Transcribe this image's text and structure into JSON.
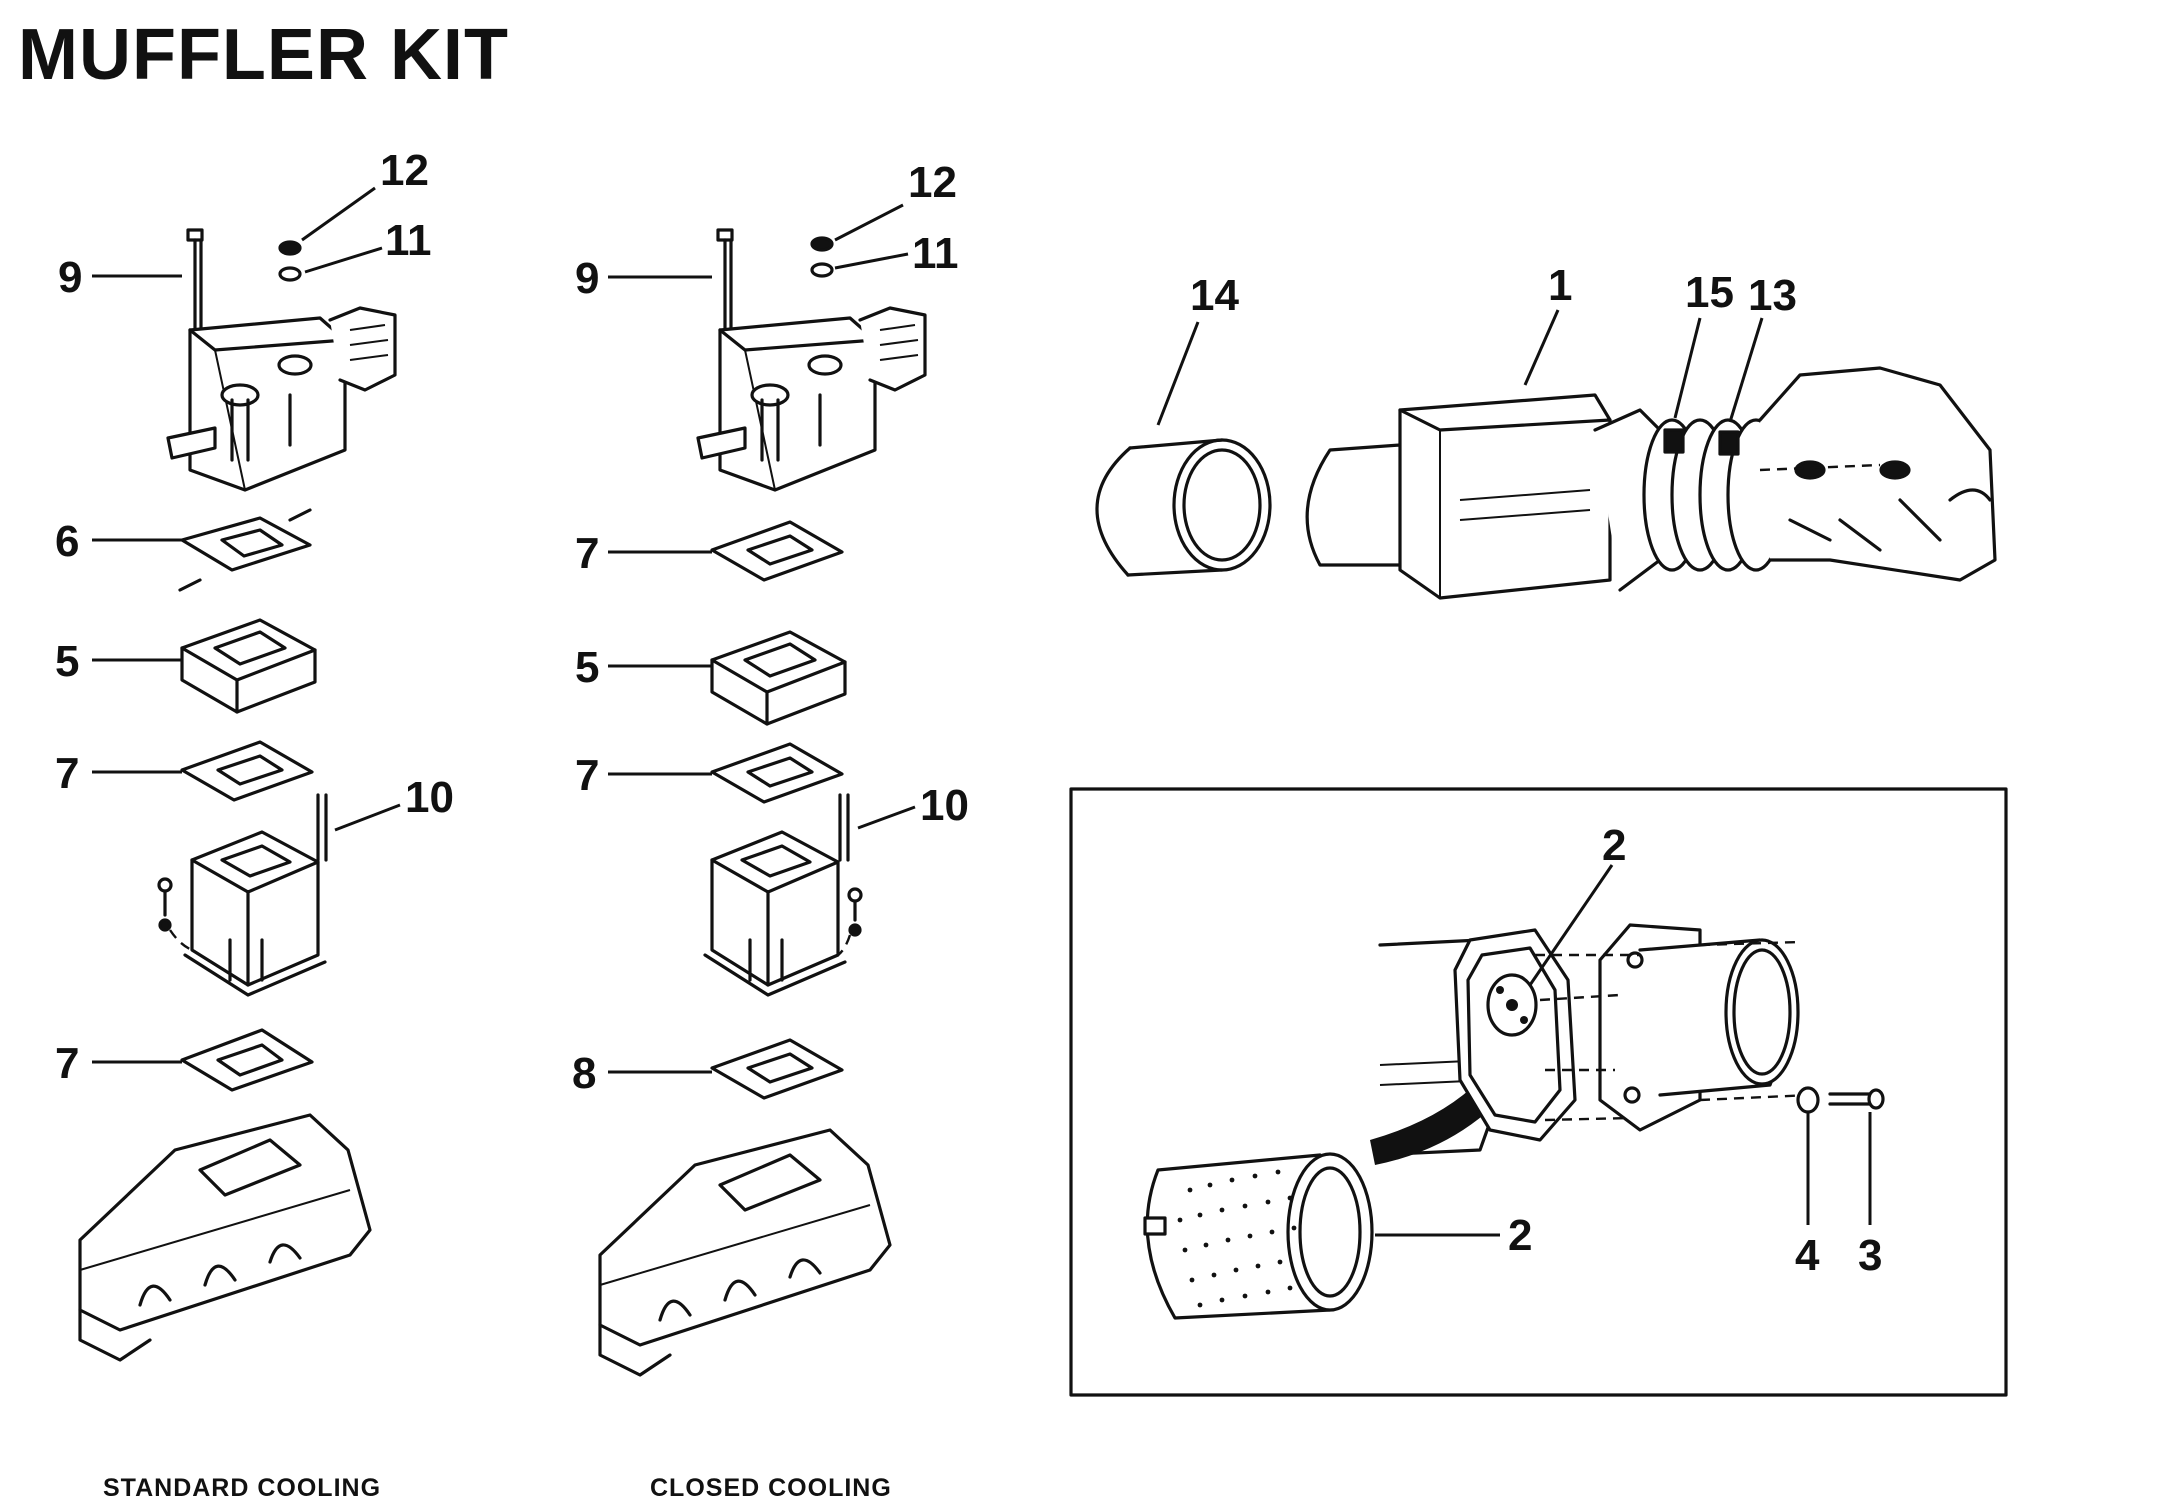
{
  "title": "MUFFLER KIT",
  "captions": {
    "standard": "STANDARD COOLING",
    "closed": "CLOSED COOLING"
  },
  "callouts": {
    "std_12": "12",
    "std_11": "11",
    "std_9": "9",
    "std_6": "6",
    "std_5": "5",
    "std_7a": "7",
    "std_10": "10",
    "std_7b": "7",
    "cc_12": "12",
    "cc_11": "11",
    "cc_9": "9",
    "cc_7a": "7",
    "cc_5": "5",
    "cc_7b": "7",
    "cc_10": "10",
    "cc_8": "8",
    "m_14": "14",
    "m_1": "1",
    "m_15": "15",
    "m_13": "13",
    "d_2a": "2",
    "d_2b": "2",
    "d_4": "4",
    "d_3": "3"
  }
}
